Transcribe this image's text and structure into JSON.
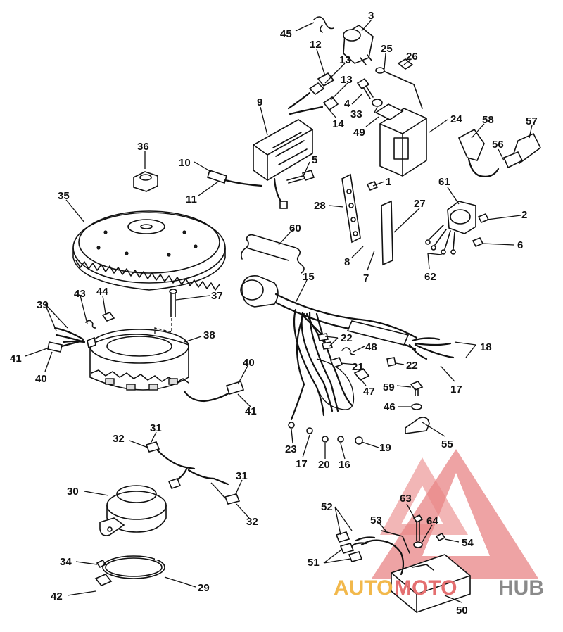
{
  "callouts": [
    "45",
    "3",
    "12",
    "13",
    "25",
    "26",
    "13",
    "4",
    "33",
    "9",
    "14",
    "49",
    "24",
    "58",
    "57",
    "56",
    "36",
    "10",
    "5",
    "11",
    "1",
    "61",
    "35",
    "28",
    "27",
    "2",
    "60",
    "6",
    "8",
    "7",
    "62",
    "15",
    "37",
    "43",
    "44",
    "39",
    "38",
    "22",
    "18",
    "48",
    "41",
    "21",
    "22",
    "40",
    "17",
    "47",
    "59",
    "40",
    "46",
    "41",
    "55",
    "23",
    "17",
    "20",
    "16",
    "19",
    "31",
    "32",
    "30",
    "31",
    "32",
    "63",
    "52",
    "53",
    "64",
    "54",
    "51",
    "34",
    "29",
    "42",
    "50"
  ],
  "watermark": {
    "brand_part1": "AUTO",
    "brand_part2": "MOTO",
    "brand_part3": "HUB",
    "colors": {
      "triangle": "#e46f70",
      "orange": "#f2b84b",
      "red": "#e46f70",
      "gray": "#8a8a8a"
    }
  }
}
